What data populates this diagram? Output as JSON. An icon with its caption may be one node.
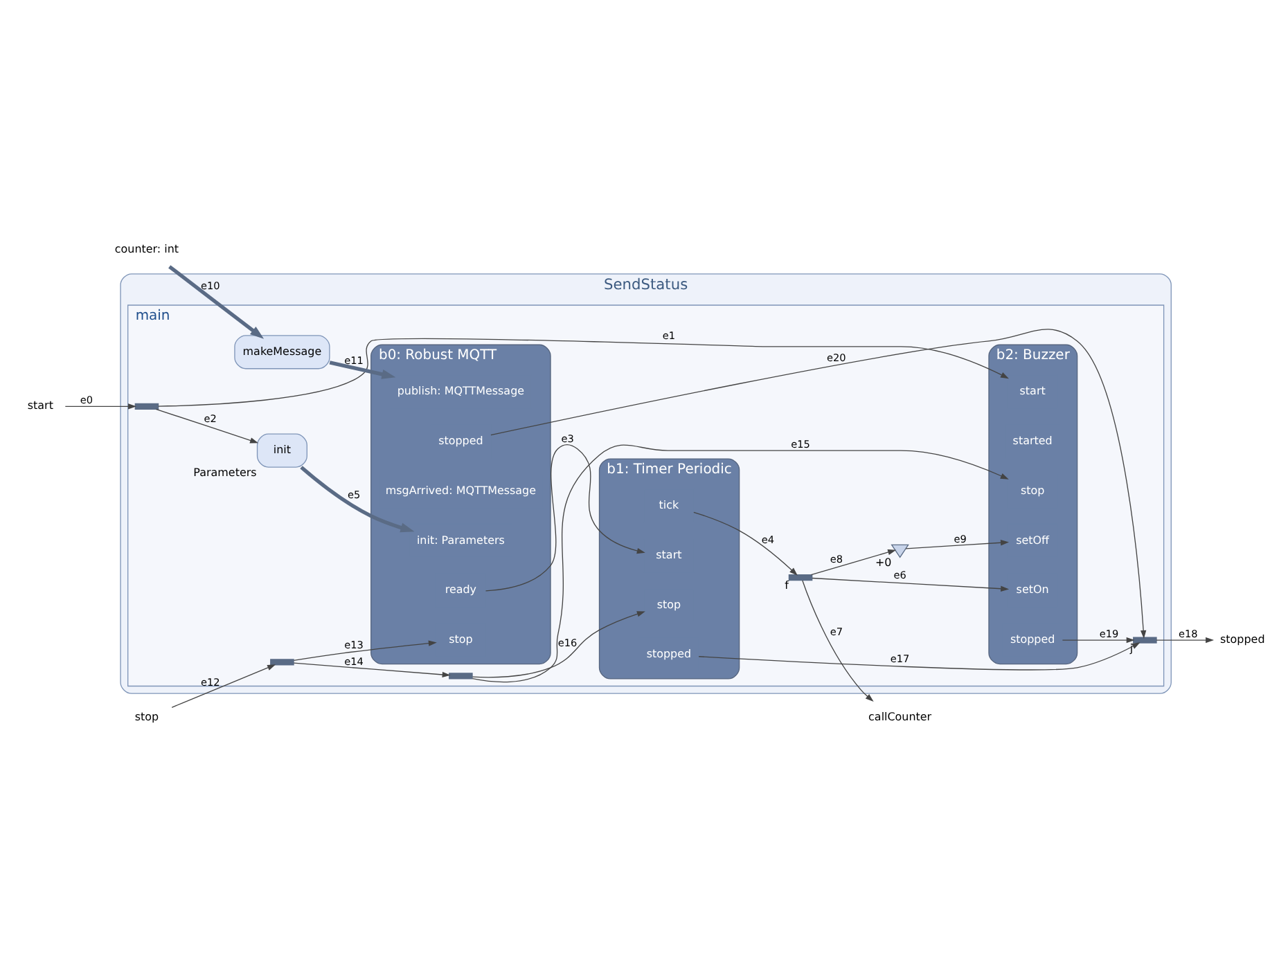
{
  "diagram": {
    "nodes": [
      {
        "text": [
          "SendStatus"
        ]
      },
      {
        "text": [
          "main"
        ],
        "in": 0
      },
      {
        "text": [
          "start"
        ]
      },
      {
        "text": [
          "counter: int"
        ]
      },
      {
        "text": [
          "callCounter"
        ]
      },
      {
        "text": [
          "stop"
        ]
      },
      {
        "text": [
          "stopped"
        ]
      },
      {
        "text": [],
        "shape": "bar",
        "in": 1
      },
      {
        "text": [
          "init"
        ],
        "beside": [
          "Parameters"
        ],
        "in": 1
      },
      {
        "text": [
          "b1: Timer Periodic"
        ],
        "in": 1
      },
      {
        "text": [
          "tick"
        ],
        "in": 9
      },
      {
        "text": [
          "start"
        ],
        "in": 9
      },
      {
        "text": [
          "stop"
        ],
        "in": 9
      },
      {
        "text": [
          "stopped"
        ],
        "in": 9
      },
      {
        "text": [
          "b0: Robust MQTT"
        ],
        "in": 1
      },
      {
        "text": [
          "init: Parameters"
        ],
        "in": 14
      },
      {
        "text": [
          "ready"
        ],
        "in": 14
      },
      {
        "text": [
          "msgArrived: MQTTMessage"
        ],
        "in": 14
      },
      {
        "text": [
          "publish: MQTTMessage"
        ],
        "in": 14
      },
      {
        "text": [
          "stopped"
        ],
        "in": 14
      },
      {
        "text": [
          "stop"
        ],
        "in": 14
      },
      {
        "text": [
          "makeMessage"
        ],
        "in": 1
      },
      {
        "text": [
          "b2: Buzzer"
        ],
        "in": 1
      },
      {
        "text": [
          "start"
        ],
        "in": 22
      },
      {
        "text": [
          "started"
        ],
        "in": 22
      },
      {
        "text": [
          "setOn"
        ],
        "in": 22
      },
      {
        "text": [
          "setOff"
        ],
        "in": 22
      },
      {
        "text": [
          "stop"
        ],
        "in": 22
      },
      {
        "text": [
          "stopped"
        ],
        "in": 22
      },
      {
        "text": [],
        "shape": "bar",
        "beside": [
          "f"
        ],
        "in": 1
      },
      {
        "text": [],
        "shape": "hourglass",
        "beside": [
          "+0"
        ],
        "in": 1
      },
      {
        "text": [],
        "shape": "bar",
        "in": 1
      },
      {
        "text": [],
        "shape": "bar",
        "in": 1
      },
      {
        "text": [],
        "shape": "bar",
        "beside": [
          "j"
        ],
        "in": 1
      }
    ],
    "edges": [
      {
        "from": 2,
        "to": 7,
        "arrow": "to",
        "label": "e0"
      },
      {
        "from": 7,
        "to": 23,
        "arrow": "to",
        "label": "e1"
      },
      {
        "from": 7,
        "to": 8,
        "arrow": "to",
        "label": "e2"
      },
      {
        "from": 16,
        "to": 11,
        "arrow": "to",
        "label": "e3"
      },
      {
        "from": 10,
        "to": 29,
        "arrow": "to",
        "label": "e4"
      },
      {
        "from": 8,
        "to": 15,
        "arrow": "to",
        "label": "e5",
        "style": "thick",
        "color": "#5a6b85"
      },
      {
        "from": 29,
        "to": 25,
        "arrow": "to",
        "label": "e6"
      },
      {
        "from": 29,
        "to": 4,
        "arrow": "to",
        "label": "e7"
      },
      {
        "from": 29,
        "to": 30,
        "arrow": "to",
        "label": "e8"
      },
      {
        "from": 30,
        "to": 26,
        "arrow": "to",
        "label": "e9"
      },
      {
        "from": 3,
        "to": 21,
        "arrow": "to",
        "label": "e10",
        "style": "thick",
        "color": "#5a6b85"
      },
      {
        "from": 21,
        "to": 18,
        "arrow": "to",
        "label": "e11",
        "style": "thick",
        "color": "#5a6b85"
      },
      {
        "from": 5,
        "to": 31,
        "arrow": "to",
        "label": "e12"
      },
      {
        "from": 31,
        "to": 20,
        "arrow": "to",
        "label": "e13"
      },
      {
        "from": 31,
        "to": 32,
        "arrow": "to",
        "label": "e14"
      },
      {
        "from": 32,
        "to": 27,
        "arrow": "to",
        "label": "e15"
      },
      {
        "from": 32,
        "to": 12,
        "arrow": "to",
        "label": "e16"
      },
      {
        "from": 13,
        "to": 33,
        "arrow": "to",
        "label": "e17"
      },
      {
        "from": 33,
        "to": 6,
        "arrow": "to",
        "label": "e18"
      },
      {
        "from": 28,
        "to": 33,
        "arrow": "to",
        "label": "e19"
      },
      {
        "from": 19,
        "to": 33,
        "arrow": "to",
        "label": "e20"
      }
    ]
  }
}
